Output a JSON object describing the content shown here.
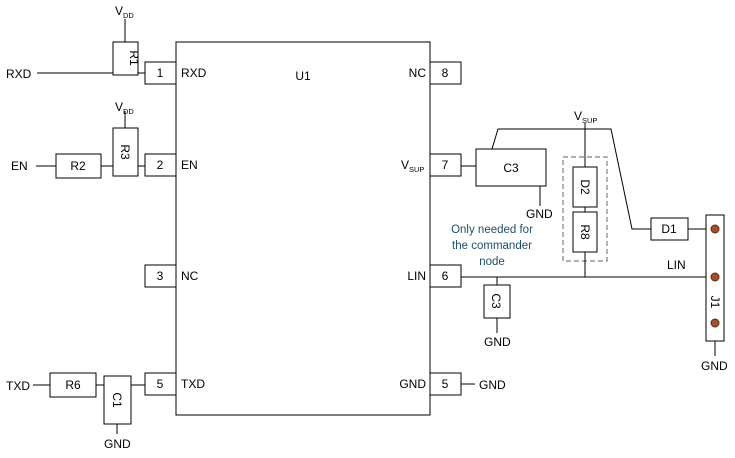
{
  "chip": {
    "name": "U1"
  },
  "left_pins": [
    {
      "num": "1",
      "label": "RXD"
    },
    {
      "num": "2",
      "label": "EN"
    },
    {
      "num": "3",
      "label": "NC"
    },
    {
      "num": "5",
      "label": "TXD"
    }
  ],
  "right_pins": [
    {
      "num": "8",
      "label": "NC"
    },
    {
      "num": "7",
      "label_main": "V",
      "label_sub": "SUP"
    },
    {
      "num": "6",
      "label": "LIN"
    },
    {
      "num": "5",
      "label": "GND"
    }
  ],
  "components": {
    "r1": "R1",
    "r2": "R2",
    "r3": "R3",
    "r6": "R6",
    "c1": "C1",
    "c3_top": "C3",
    "c3_lin": "C3",
    "d1": "D1",
    "d2": "D2",
    "r8": "R8",
    "j1": "J1"
  },
  "nets": {
    "rxd": "RXD",
    "en": "EN",
    "txd": "TXD",
    "lin": "LIN",
    "gnd_c1": "GND",
    "gnd_c3_top": "GND",
    "gnd_c3_lin": "GND",
    "gnd_pin": "GND",
    "gnd_j1": "GND",
    "vdd_main": "V",
    "vdd_sub": "DD",
    "vdd2_main": "V",
    "vdd2_sub": "DD",
    "vsup_main": "V",
    "vsup_sub": "SUP"
  },
  "note": {
    "line1": "Only needed for",
    "line2": "the commander",
    "line3": "node"
  },
  "colors": {
    "note_text": "#1f4e6b",
    "dashed_box": "#6f8590",
    "connector_dot": "#a0522d"
  }
}
